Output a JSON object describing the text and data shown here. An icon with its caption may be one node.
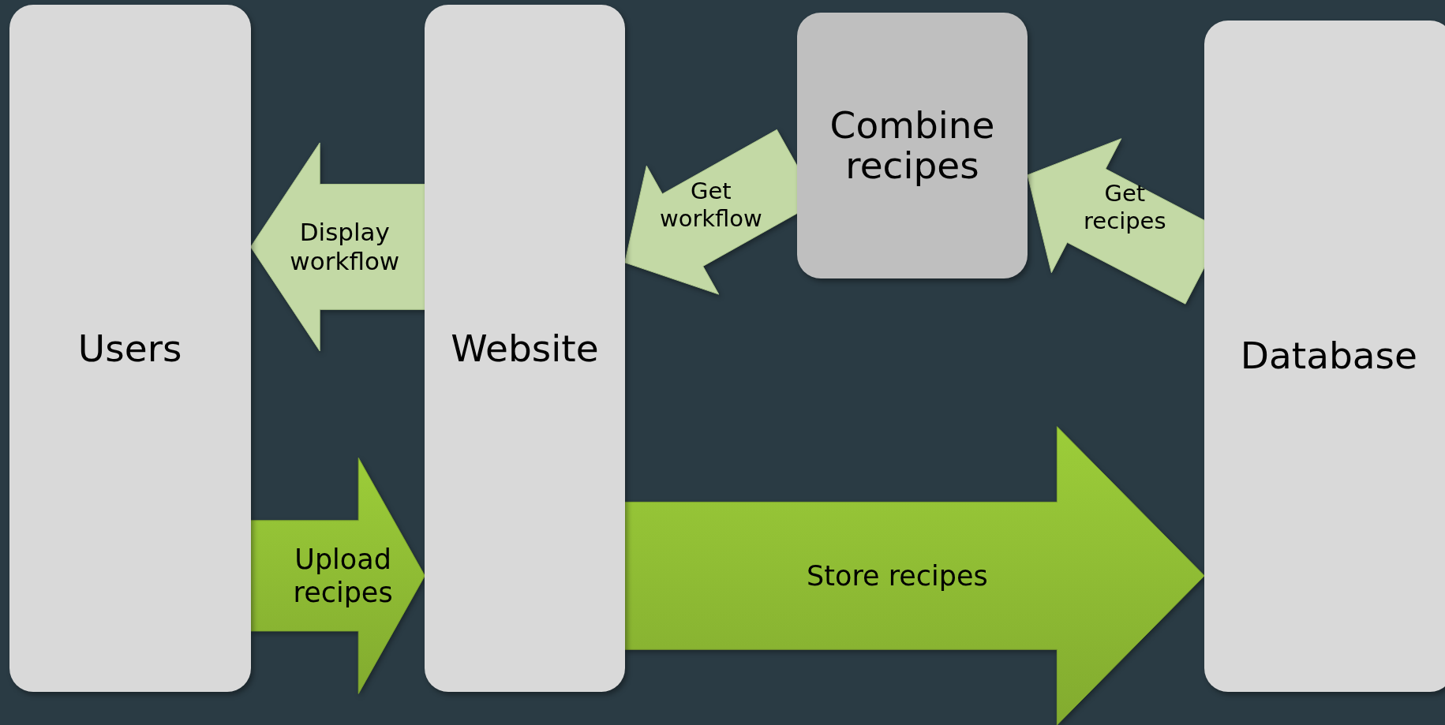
{
  "diagram": {
    "nodes": [
      {
        "text": [
          "Users"
        ]
      },
      {
        "text": [
          "Website"
        ]
      },
      {
        "text": [
          "Combine recipes"
        ]
      },
      {
        "text": [
          "Database"
        ]
      }
    ],
    "edges": [
      {
        "from": 1,
        "to": 0,
        "arrow": "to",
        "label": "Display workflow"
      },
      {
        "from": 0,
        "to": 1,
        "arrow": "to",
        "label": "Upload recipes",
        "color": "#8cb833"
      },
      {
        "from": 2,
        "to": 1,
        "arrow": "to",
        "label": "Get workflow"
      },
      {
        "from": 3,
        "to": 2,
        "arrow": "to",
        "label": "Get recipes"
      },
      {
        "from": 1,
        "to": 3,
        "arrow": "to",
        "label": "Store recipes",
        "color": "#8cb833"
      }
    ]
  }
}
